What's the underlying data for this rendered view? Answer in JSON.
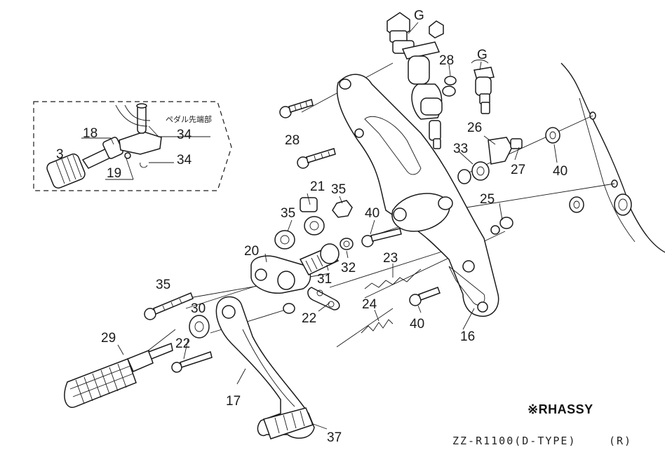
{
  "inset": {
    "note": "ペダル先端部",
    "labels": [
      "34",
      "18",
      "3",
      "19",
      "34"
    ]
  },
  "callouts": {
    "g1": "G",
    "g2": "G",
    "c28a": "28",
    "c28b": "28",
    "c26": "26",
    "c33": "33",
    "c27": "27",
    "c40a": "40",
    "c21": "21",
    "c35a": "35",
    "c35b": "35",
    "c40b": "40",
    "c25": "25",
    "c20": "20",
    "c31": "31",
    "c32": "32",
    "c23": "23",
    "c35c": "35",
    "c30": "30",
    "c24": "24",
    "c22a": "22",
    "c40c": "40",
    "c16": "16",
    "c29": "29",
    "c22b": "22",
    "c17": "17",
    "c37": "37"
  },
  "footer": {
    "assy": "※RHASSY",
    "model": "ZZ-R1100(D-TYPE)",
    "side": "(R)"
  }
}
